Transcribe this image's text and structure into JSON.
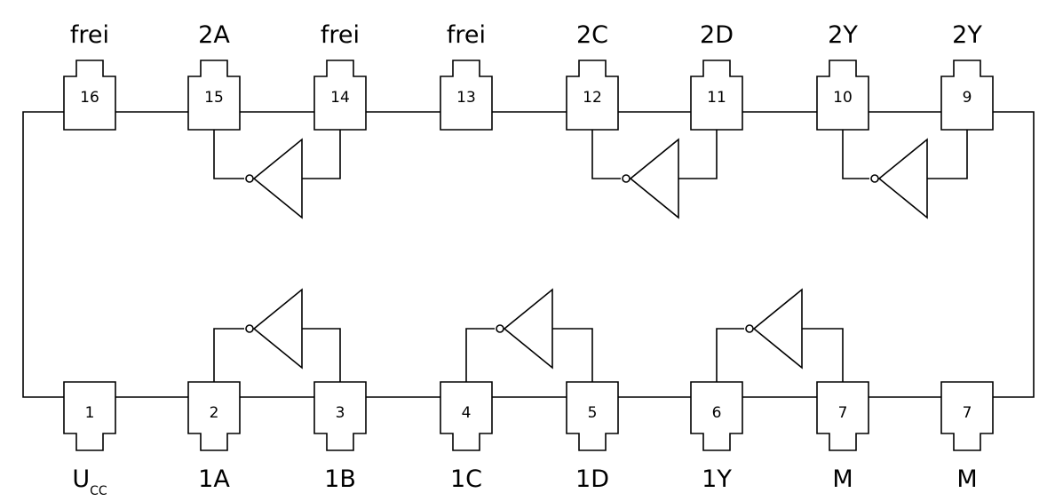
{
  "top_pins": [
    {
      "number": "16",
      "signal": "frei"
    },
    {
      "number": "15",
      "signal": "2A"
    },
    {
      "number": "14",
      "signal": "frei"
    },
    {
      "number": "13",
      "signal": "frei"
    },
    {
      "number": "12",
      "signal": "2C"
    },
    {
      "number": "11",
      "signal": "2D"
    },
    {
      "number": "10",
      "signal": "2Y"
    },
    {
      "number": "9",
      "signal": "2Y"
    }
  ],
  "bottom_pins": [
    {
      "number": "1",
      "signal": "U",
      "signal_sub": "CC"
    },
    {
      "number": "2",
      "signal": "1A"
    },
    {
      "number": "3",
      "signal": "1B"
    },
    {
      "number": "4",
      "signal": "1C"
    },
    {
      "number": "5",
      "signal": "1D"
    },
    {
      "number": "6",
      "signal": "1Y"
    },
    {
      "number": "7",
      "signal": "M"
    },
    {
      "number": "7",
      "signal": "M"
    }
  ]
}
